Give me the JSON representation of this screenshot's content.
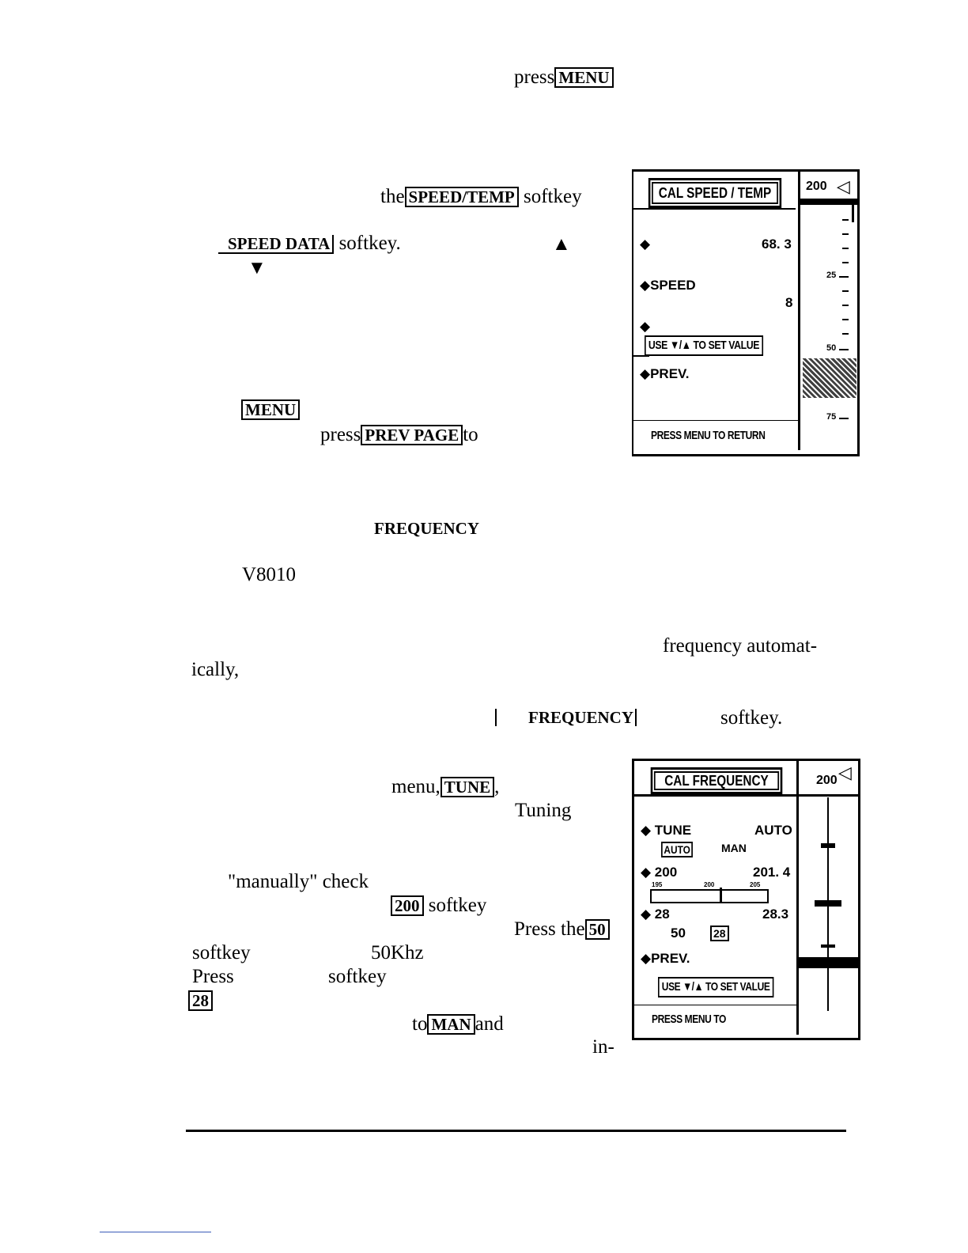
{
  "text": {
    "l1_press": "press",
    "l1_menu_key": "MENU",
    "l2_the": "the",
    "l2_speedtemp_key": "SPEED/TEMP",
    "l2_softkey": "softkey",
    "l3_speeddata_key": "SPEED DATA",
    "l3_softkey": "softkey.",
    "l3_up_arrow": "▲",
    "l4_down_arrow": "▼",
    "l5_menu_key": "MENU",
    "l6_press": "press",
    "l6_prevpage_key": "PREV PAGE",
    "l6_to": "to",
    "freq_heading": "FREQUENCY",
    "model": "V8010",
    "freq_auto_line": "frequency automat-",
    "ically": "ically,",
    "freq_key": "FREQUENCY",
    "freq_softkey": "softkey.",
    "menu_tune_pre": "menu,",
    "tune_key": "TUNE",
    "tune_post": ",",
    "tuning": "Tuning",
    "manually_check": "\"manually\" check",
    "key_200": "200",
    "softkey_200": "softkey",
    "press_the": "Press the",
    "key_50": "50",
    "softkey_50": "softkey",
    "khz50": "50Khz",
    "press2": "Press",
    "softkey2": "softkey",
    "key_28": "28",
    "to_man": "to",
    "man_key": "MAN",
    "and": "and",
    "in_hyphen": "in-"
  },
  "screen1": {
    "title": "CAL  SPEED / TEMP",
    "range": "200",
    "row1_value": "68. 3",
    "row2_label": "SPEED",
    "row2_value": "8",
    "hint": "USE ▼/▲ TO SET VALUE",
    "row_prev": "PREV.",
    "footer": "PRESS MENU TO RETURN",
    "depth_25": "25",
    "depth_50": "50",
    "depth_75": "75"
  },
  "screen2": {
    "title": "CAL  FREQUENCY",
    "range": "200",
    "tune_label": "TUNE",
    "tune_value": "AUTO",
    "auto_key": "AUTO",
    "man_label": "MAN",
    "f200_label": "200",
    "f200_value": "201. 4",
    "scale_195": "195",
    "scale_200": "200",
    "scale_205": "205",
    "f28_label": "28",
    "f28_value": "28.3",
    "f50_label": "50",
    "f28_key": "28",
    "row_prev": "PREV.",
    "hint": "USE ▼/▲ TO SET VALUE",
    "footer": "PRESS MENU TO"
  }
}
